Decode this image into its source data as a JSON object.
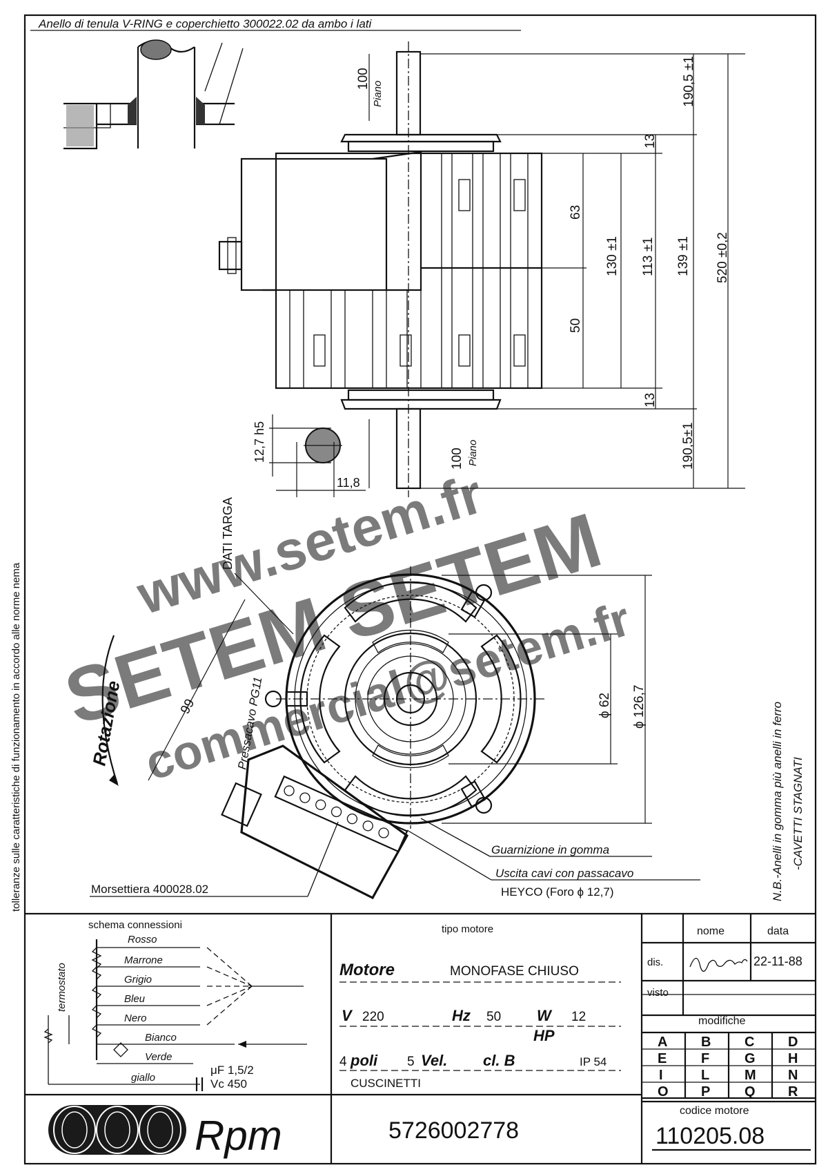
{
  "header_note": "Anello di tenula V-RING e coperchietto 300022.02 da ambo i lati",
  "margin_note": "tolleranze sulle caratteristiche di funzionamento in accordo alle norme nema",
  "side_dims": {
    "d_190_top": "190,5 ±1",
    "d_520": "520 ±0,2",
    "d_139": "139 ±1",
    "d_113": "113 ±1",
    "d_130": "130 ±1",
    "d_63": "63",
    "d_50": "50",
    "d_13_top": "13",
    "d_13_bot": "13",
    "d_190_bot": "190,5±1",
    "d_100_top": "100",
    "d_piano_top": "Piano",
    "d_100_bot": "100",
    "d_piano_bot": "Piano",
    "d_127h5": "12,7 h5",
    "d_118": "11,8"
  },
  "front_labels": {
    "dati_targa": "DATI TARGA",
    "rotazione": "Rotazione",
    "pressacavo": "Pressacavo PG11",
    "d_99": "99",
    "phi62": "ϕ 62",
    "phi126": "ϕ 126,7",
    "guarnizione": "Guarnizione in gomma",
    "uscita": "Uscita cavi con passacavo",
    "heyco": "HEYCO (Foro ϕ 12,7)",
    "morsettiera": "Morsettiera 400028.02",
    "nb_line1": "N.B.-Anelli in gomma più anelli in ferro",
    "nb_line2": "-CAVETTI STAGNATI"
  },
  "schema": {
    "title": "schema connessioni",
    "termostato": "termostato",
    "wires": [
      "Rosso",
      "Marrone",
      "Grigio",
      "Bleu",
      "Nero",
      "Bianco",
      "Verde",
      "giallo"
    ],
    "cap_line1": "μF 1,5/2",
    "cap_line2": "Vc 450"
  },
  "motor": {
    "tipo_label": "tipo motore",
    "motore_word": "Motore",
    "descr": "MONOFASE CHIUSO",
    "v_label": "V",
    "v_value": "220",
    "hz_label": "Hz",
    "hz_value": "50",
    "w_label": "W",
    "w_value": "12",
    "hp_label": "HP",
    "poli_num": "4",
    "poli_word": "poli",
    "vel_num": "5",
    "vel_word": "Vel.",
    "cl_word": "cl. B",
    "ip": "IP 54",
    "cuscinetti": "CUSCINETTI",
    "part_number": "5726002778"
  },
  "title_block": {
    "col_nome": "nome",
    "col_data": "data",
    "dis_label": "dis.",
    "dis_date": "22-11-88",
    "visto_label": "visto",
    "modifiche": "modifiche",
    "mod_grid": [
      [
        "A",
        "B",
        "C",
        "D"
      ],
      [
        "E",
        "F",
        "G",
        "H"
      ],
      [
        "I",
        "L",
        "M",
        "N"
      ],
      [
        "O",
        "P",
        "Q",
        "R"
      ]
    ],
    "codice_label": "codice motore",
    "codice_value": "110205.08",
    "logo_text": "Rpm"
  },
  "watermark": {
    "line1": "www.setem.fr",
    "line2": "SETEM SETEM",
    "line3": "commercial@setem.fr"
  }
}
